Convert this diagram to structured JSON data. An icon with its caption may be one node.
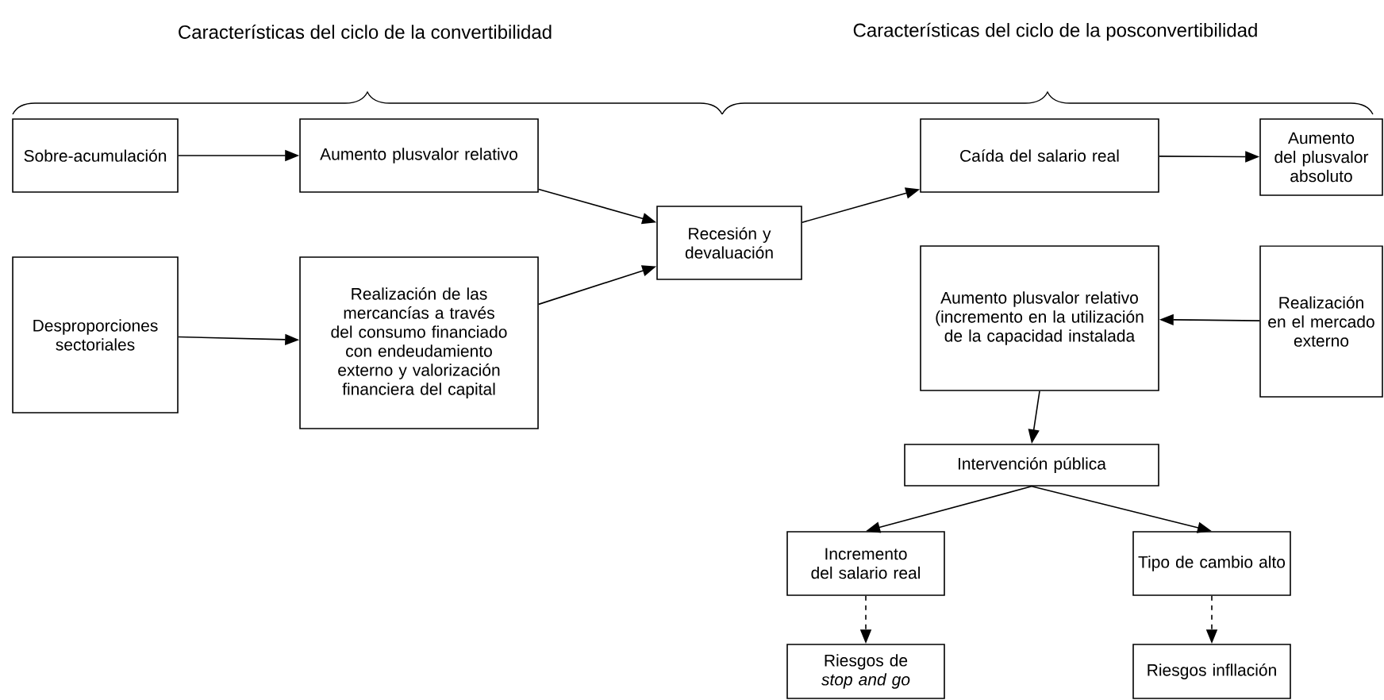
{
  "diagram": {
    "nodes": [
      {
        "text": [
          "Sobre-acumulación"
        ]
      },
      {
        "text": [
          "Aumento plusvalor relativo"
        ]
      },
      {
        "text": [
          "Desproporciones sectoriales"
        ]
      },
      {
        "text": [
          "Realización de las mercancías a través del consumo financiado con endeudamiento externo y valorización financiera del capital"
        ]
      },
      {
        "text": [
          "Recesión y devaluación"
        ]
      },
      {
        "text": [
          "Caída del salario real"
        ]
      },
      {
        "text": [
          "Aumento del plusvalor absoluto"
        ]
      },
      {
        "text": [
          "Aumento plusvalor relativo (incremento en la utilización de la capacidad instalada"
        ]
      },
      {
        "text": [
          "Realización en el mercado externo"
        ]
      },
      {
        "text": [
          "Intervención pública"
        ]
      },
      {
        "text": [
          "Incremento del salario real"
        ]
      },
      {
        "text": [
          "Tipo de cambio alto"
        ]
      },
      {
        "text": [
          "Riesgos de *stop and go*"
        ]
      },
      {
        "text": [
          "Riesgos infllación"
        ]
      }
    ],
    "edges": [
      {
        "from": 0,
        "to": 1,
        "arrow": "to"
      },
      {
        "from": 2,
        "to": 3,
        "arrow": "to"
      },
      {
        "from": 1,
        "to": 4,
        "arrow": "to"
      },
      {
        "from": 3,
        "to": 4,
        "arrow": "to"
      },
      {
        "from": 4,
        "to": 5,
        "arrow": "to"
      },
      {
        "from": 5,
        "to": 6,
        "arrow": "to"
      },
      {
        "from": 8,
        "to": 7,
        "arrow": "to"
      },
      {
        "from": 7,
        "to": 9,
        "arrow": "to"
      },
      {
        "from": 9,
        "to": 10,
        "arrow": "to"
      },
      {
        "from": 9,
        "to": 11,
        "arrow": "to"
      },
      {
        "from": 10,
        "to": 12,
        "arrow": "to",
        "style": "dashed"
      },
      {
        "from": 11,
        "to": 13,
        "arrow": "to",
        "style": "dashed"
      }
    ],
    "labels": [
      "Características del ciclo de la convertibilidad",
      "Características del ciclo de la posconvertibilidad"
    ]
  }
}
